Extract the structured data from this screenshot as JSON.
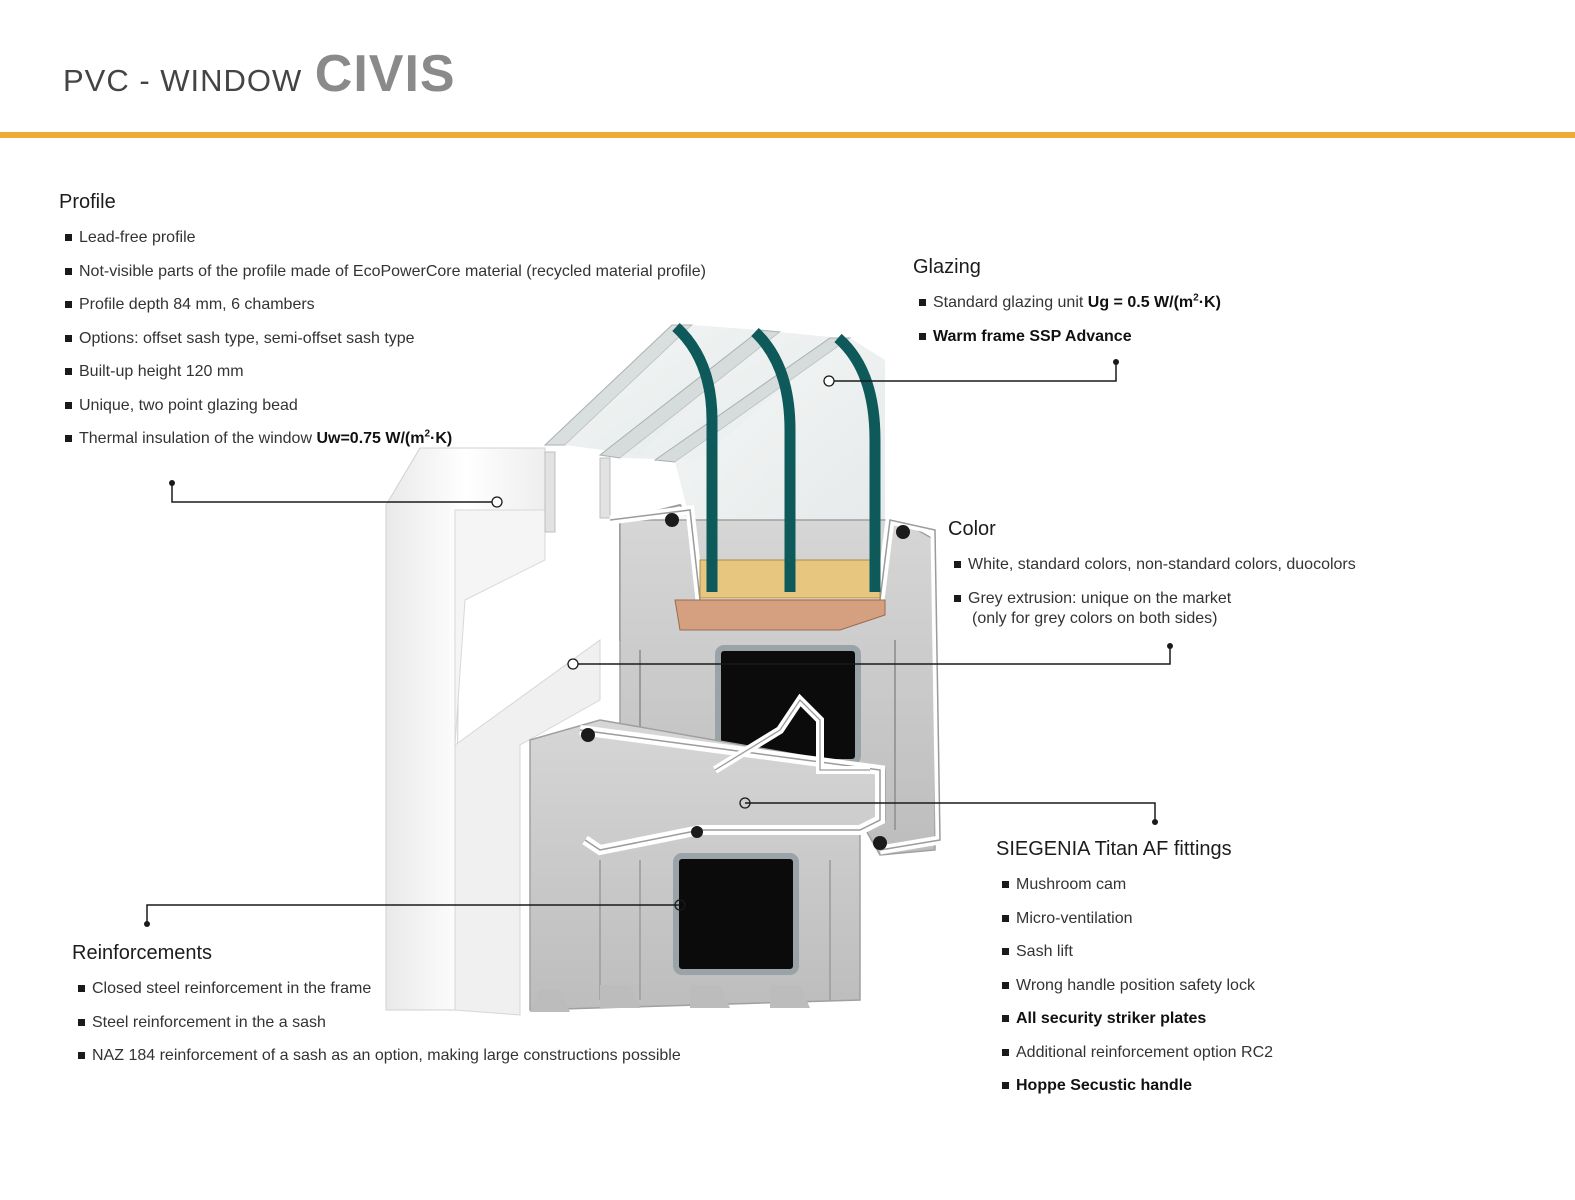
{
  "header": {
    "prefix": "PVC - WINDOW",
    "model": "CIVIS"
  },
  "colors": {
    "accent": "#f0ab35",
    "glass_edge": "#0e5a5a",
    "profile_white": "#f3f3f3",
    "profile_grey": "#cfcfcf",
    "spacer_yellow": "#e7c680",
    "steel": "#8f9aa0"
  },
  "profile": {
    "title": "Profile",
    "items": [
      {
        "text": "Lead-free profile"
      },
      {
        "text": "Not-visible parts of the profile made of EcoPowerCore material (recycled material profile)"
      },
      {
        "text": "Profile depth 84 mm, 6 chambers"
      },
      {
        "text": "Options: offset sash type, semi-offset sash type"
      },
      {
        "text": "Built-up height 120 mm"
      },
      {
        "text": "Unique, two point glazing bead"
      },
      {
        "text": "Thermal insulation of the window ",
        "bold": "Uw=0.75 W/(m",
        "bold_sup": "2",
        "bold_tail": "·K)"
      }
    ]
  },
  "glazing": {
    "title": "Glazing",
    "items": [
      {
        "text": "Standard glazing unit ",
        "bold": "Ug = 0.5 W/(m",
        "bold_sup": "2",
        "bold_tail": "·K)"
      },
      {
        "text": "Warm frame SSP Advance",
        "all_bold": true
      }
    ]
  },
  "color": {
    "title": "Color",
    "items": [
      {
        "text": "White, standard colors, non-standard colors, duocolors"
      },
      {
        "text": "Grey extrusion: unique on the market",
        "line2": "(only for grey colors on both sides)"
      }
    ]
  },
  "fittings": {
    "title": "SIEGENIA Titan AF fittings",
    "items": [
      {
        "text": "Mushroom cam"
      },
      {
        "text": "Micro-ventilation"
      },
      {
        "text": "Sash lift"
      },
      {
        "text": "Wrong handle position safety lock"
      },
      {
        "text": "All security striker plates",
        "all_bold": true
      },
      {
        "text": "Additional reinforcement option RC2"
      },
      {
        "text": "Hoppe Secustic handle",
        "all_bold": true
      }
    ]
  },
  "reinforcements": {
    "title": "Reinforcements",
    "items": [
      {
        "text": "Closed steel reinforcement in the frame"
      },
      {
        "text": "Steel reinforcement in the a sash"
      },
      {
        "text": "NAZ 184 reinforcement of a sash as an option, making large constructions possible"
      }
    ]
  }
}
